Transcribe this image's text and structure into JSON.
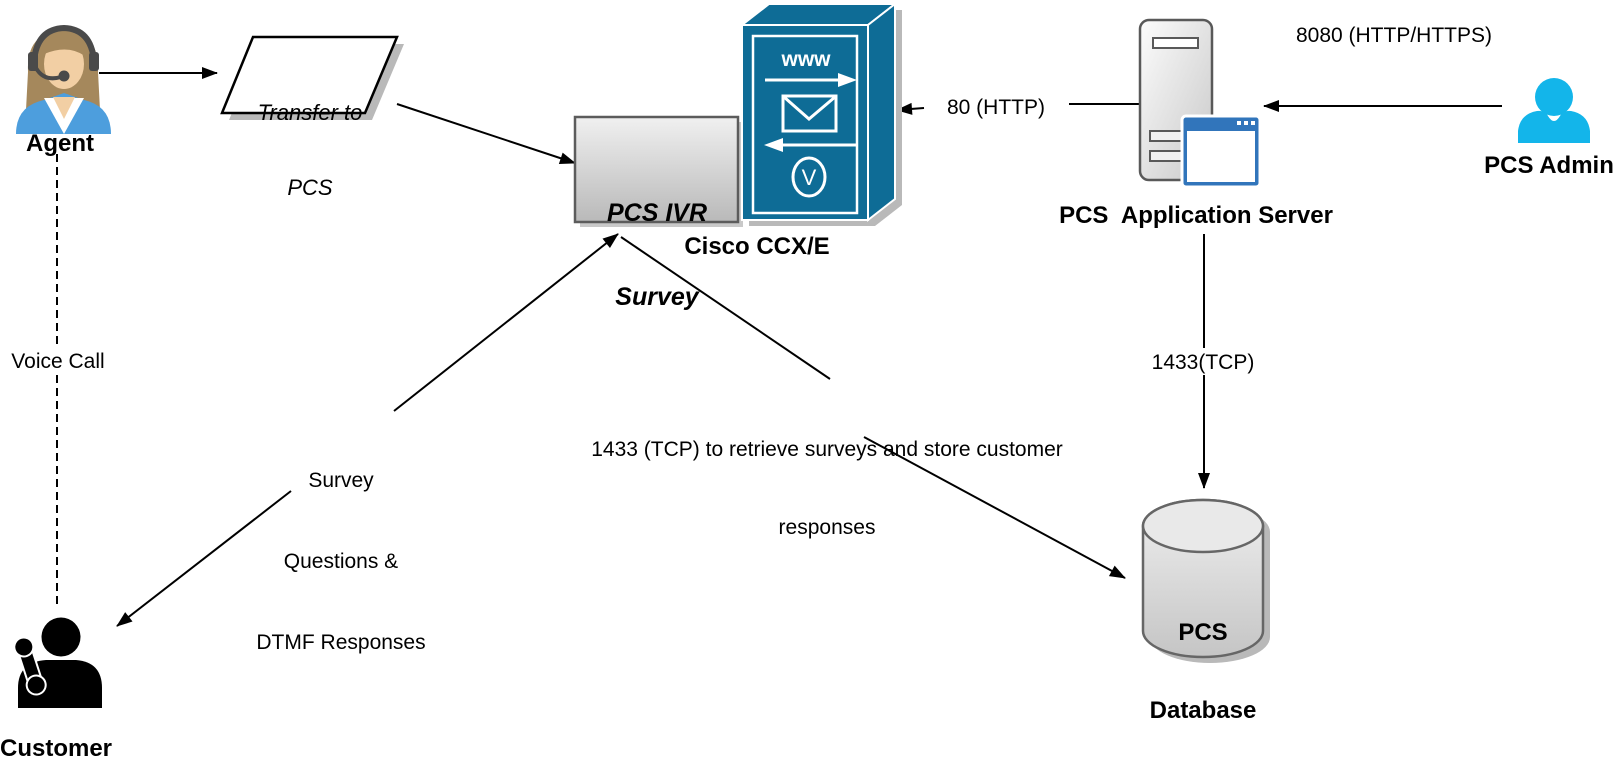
{
  "diagram": {
    "title": "PCS IVR Survey architecture diagram",
    "nodes": {
      "agent": {
        "label": "Agent",
        "icon": "agent-headset-icon"
      },
      "transfer": {
        "lines": [
          "Transfer to",
          "PCS"
        ]
      },
      "ivr": {
        "lines": [
          "PCS IVR",
          "Survey"
        ]
      },
      "cisco": {
        "label": "Cisco CCX/E",
        "www_text": "www",
        "v_text": "V",
        "icon": "cisco-ccx-cube-icon"
      },
      "app_server": {
        "label": "PCS  Application Server",
        "icon": "server-tower-browser-icon"
      },
      "admin": {
        "label": "PCS Admin",
        "icon": "person-icon"
      },
      "database": {
        "lines": [
          "PCS",
          "Database"
        ],
        "icon": "database-cylinder-icon"
      },
      "customer": {
        "label": "Customer",
        "icon": "person-phone-icon"
      }
    },
    "edges": {
      "voice_call": {
        "label": "Voice Call"
      },
      "port_80": {
        "label": "80 (HTTP)"
      },
      "port_8080": {
        "label": "8080 (HTTP/HTTPS)"
      },
      "port_1433": {
        "label": "1433(TCP)"
      },
      "tcp_retrieve": {
        "lines": [
          "1433 (TCP) to retrieve surveys and store customer",
          "responses"
        ]
      },
      "survey_dtmf": {
        "lines": [
          "Survey",
          "Questions &",
          "DTMF Responses"
        ]
      }
    },
    "colors": {
      "cisco_teal": "#0E6C96",
      "window_blue": "#3175BB",
      "admin_cyan": "#13B5EA",
      "agent_shirt_blue": "#4D9EDD",
      "connector_black": "#000000",
      "shadow_gray": "#B9B9B9"
    }
  }
}
